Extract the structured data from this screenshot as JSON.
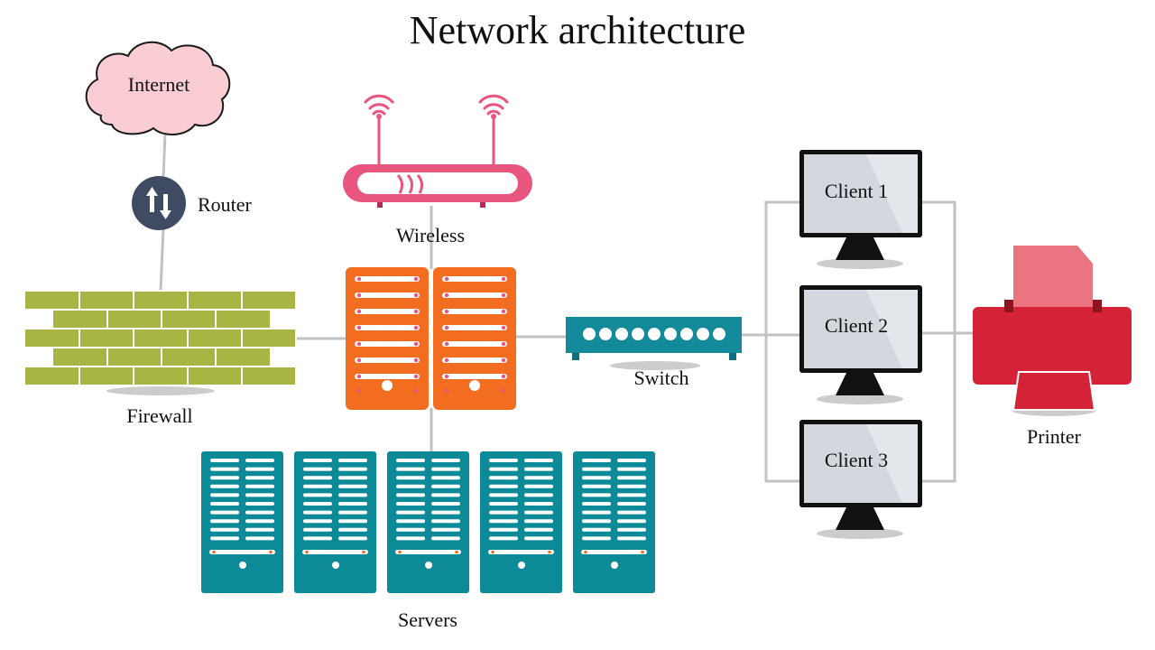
{
  "title": "Network architecture",
  "nodes": {
    "internet": "Internet",
    "router": "Router",
    "wireless": "Wireless",
    "firewall": "Firewall",
    "switch": "Switch",
    "servers": "Servers",
    "client1": "Client 1",
    "client2": "Client 2",
    "client3": "Client 3",
    "printer": "Printer"
  },
  "colors": {
    "cloud": "#f9cdd3",
    "router": "#3e4b63",
    "firewall": "#a8b444",
    "wireless": "#e8557f",
    "core_server": "#f26d1f",
    "rack_server": "#0d8a98",
    "switch": "#138a9a",
    "printer": "#d42236",
    "printer_paper": "#ea7480",
    "monitor_screen": "#d3d8de",
    "connector": "#c2c2c2"
  },
  "icons": [
    "cloud-icon",
    "router-icon",
    "wireless-router-icon",
    "firewall-icon",
    "server-icon",
    "switch-icon",
    "monitor-icon",
    "printer-icon"
  ]
}
